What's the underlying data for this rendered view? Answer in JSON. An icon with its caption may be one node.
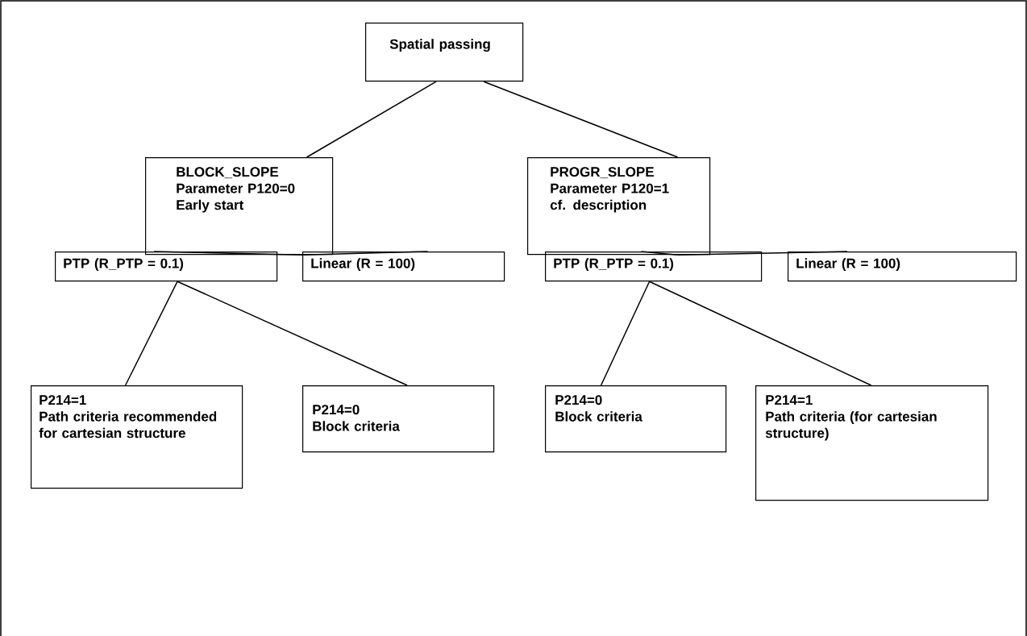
{
  "diagram": {
    "nodes": [
      {
        "text": [
          "Spatial passing"
        ]
      },
      {
        "text": [
          "BLOCK_SLOPE",
          "Parameter P120=0",
          "Early start"
        ]
      },
      {
        "text": [
          "PROGR_SLOPE",
          "Parameter P120=1",
          "cf. description"
        ]
      },
      {
        "text": [
          "PTP (R_PTP = 0.1)"
        ]
      },
      {
        "text": [
          "Linear (R = 100)"
        ]
      },
      {
        "text": [
          "PTP (R_PTP = 0.1)"
        ]
      },
      {
        "text": [
          "Linear (R = 100)"
        ]
      },
      {
        "text": [
          "P214=1",
          "Path criteria recommended for cartesian structure"
        ]
      },
      {
        "text": [
          "P214=0",
          "Block criteria"
        ]
      },
      {
        "text": [
          "P214=0",
          "Block criteria"
        ]
      },
      {
        "text": [
          "P214=1",
          "Path criteria (for cartesian structure)"
        ]
      }
    ],
    "edges": [
      {
        "from": 0,
        "to": 1,
        "arrow": "none"
      },
      {
        "from": 0,
        "to": 2,
        "arrow": "none"
      },
      {
        "from": 1,
        "to": 3,
        "arrow": "none"
      },
      {
        "from": 1,
        "to": 4,
        "arrow": "none"
      },
      {
        "from": 2,
        "to": 5,
        "arrow": "none"
      },
      {
        "from": 2,
        "to": 6,
        "arrow": "none"
      },
      {
        "from": 3,
        "to": 7,
        "arrow": "none"
      },
      {
        "from": 3,
        "to": 8,
        "arrow": "none"
      },
      {
        "from": 5,
        "to": 9,
        "arrow": "none"
      },
      {
        "from": 5,
        "to": 10,
        "arrow": "none"
      }
    ]
  }
}
